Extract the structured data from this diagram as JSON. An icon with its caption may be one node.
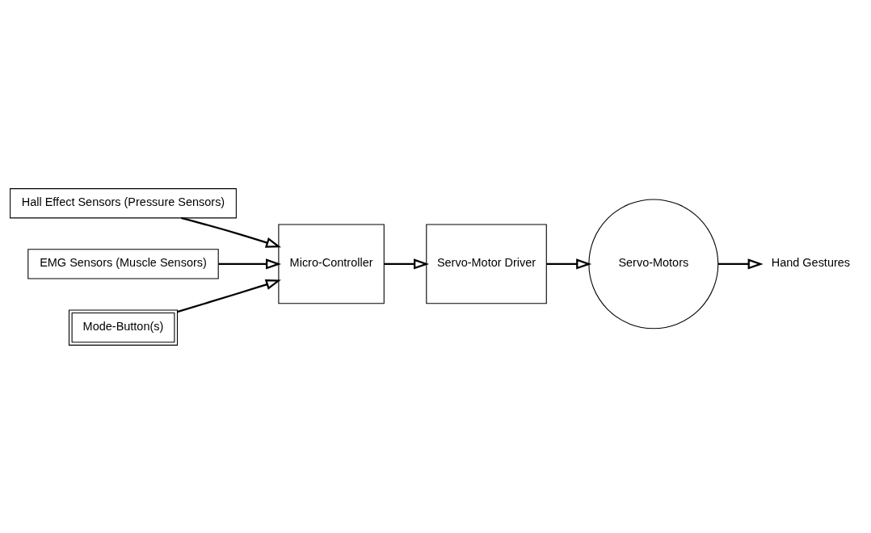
{
  "diagram": {
    "nodes": [
      {
        "text": [
          "Hall Effect Sensors (Pressure Sensors)"
        ]
      },
      {
        "text": [
          "EMG Sensors (Muscle Sensors)"
        ]
      },
      {
        "text": [
          "Micro-Controller"
        ]
      },
      {
        "text": [
          "Servo-Motor Driver"
        ]
      },
      {
        "text": [
          "Servo-Motors"
        ]
      },
      {
        "text": [
          "Hand Gestures"
        ]
      },
      {
        "text": [
          "Mode-Button(s)"
        ]
      }
    ],
    "edges": [
      {
        "from": 0,
        "to": 2,
        "arrow": "to"
      },
      {
        "from": 1,
        "to": 2,
        "arrow": "to"
      },
      {
        "from": 2,
        "to": 3,
        "arrow": "to"
      },
      {
        "from": 3,
        "to": 4,
        "arrow": "to"
      },
      {
        "from": 4,
        "to": 5,
        "arrow": "to"
      },
      {
        "from": 6,
        "to": 2,
        "arrow": "to"
      }
    ]
  }
}
